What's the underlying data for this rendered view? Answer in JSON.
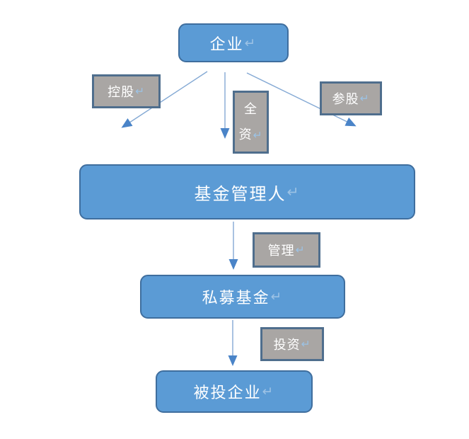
{
  "diagram": {
    "title": "private-fund-structure-flowchart",
    "colors": {
      "background": "#ffffff",
      "node_fill": "#5b9bd5",
      "node_border": "#3f6e9e",
      "label_fill": "#a9a6a4",
      "label_border": "#4f6e8d",
      "text": "#ffffff",
      "return_mark": "#9cc2e5",
      "arrow_line": "#84a9d4",
      "arrow_head": "#4a84c8"
    },
    "nodes": {
      "enterprise": {
        "label": "企业",
        "return_mark": "↵"
      },
      "fund_manager": {
        "label": "基金管理人",
        "return_mark": "↵"
      },
      "private_fund": {
        "label": "私募基金",
        "return_mark": "↵"
      },
      "invested_enterprise": {
        "label": "被投企业",
        "return_mark": "↵"
      }
    },
    "edge_labels": {
      "holding": {
        "label": "控股",
        "return_mark": "↵"
      },
      "wholly_owned": {
        "label": "全资",
        "char1": "全",
        "char2": "资",
        "return_mark": "↵",
        "orientation": "vertical"
      },
      "participation": {
        "label": "参股",
        "return_mark": "↵"
      },
      "manage": {
        "label": "管理",
        "return_mark": "↵"
      },
      "invest": {
        "label": "投资",
        "return_mark": "↵"
      }
    },
    "edges": [
      {
        "from": "enterprise",
        "to": "fund_manager",
        "via": "holding"
      },
      {
        "from": "enterprise",
        "to": "fund_manager",
        "via": "wholly_owned"
      },
      {
        "from": "enterprise",
        "to": "fund_manager",
        "via": "participation"
      },
      {
        "from": "fund_manager",
        "to": "private_fund",
        "via": "manage"
      },
      {
        "from": "private_fund",
        "to": "invested_enterprise",
        "via": "invest"
      }
    ]
  }
}
